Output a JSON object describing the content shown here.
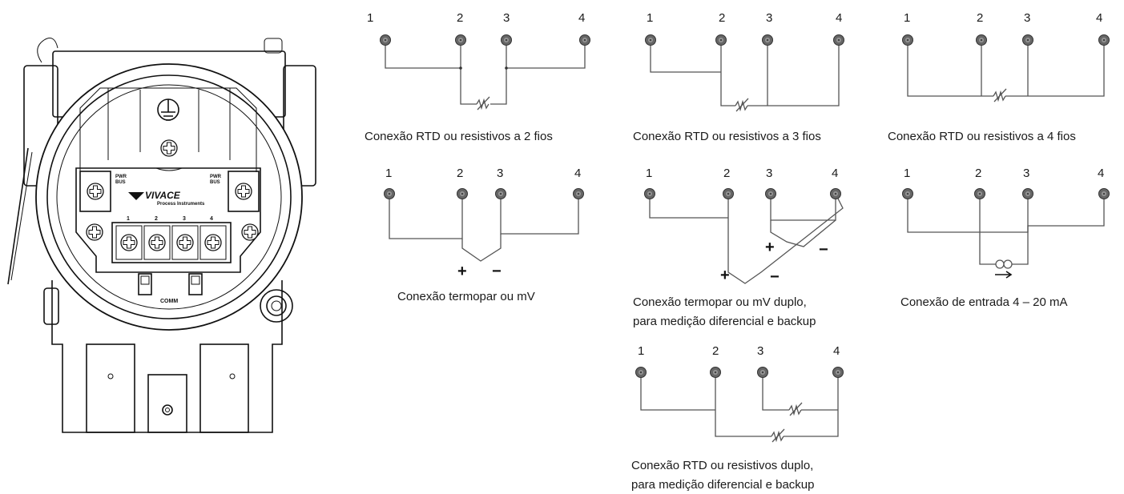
{
  "device": {
    "brand": "VIVACE",
    "brand_sub": "Process Instruments",
    "pwr_left": "PWR",
    "bus_left": "BUS",
    "pwr_right": "PWR",
    "bus_right": "BUS",
    "terminals": [
      "1",
      "2",
      "3",
      "4"
    ],
    "comm_label": "COMM"
  },
  "terminal_numbers": [
    "1",
    "2",
    "3",
    "4"
  ],
  "panels": [
    {
      "id": "rtd2",
      "caption": [
        "Conexão RTD ou resistivos a 2 fios"
      ]
    },
    {
      "id": "rtd3",
      "caption": [
        "Conexão RTD ou resistivos a 3 fios"
      ]
    },
    {
      "id": "rtd4",
      "caption": [
        "Conexão RTD ou resistivos a 4 fios"
      ]
    },
    {
      "id": "tc",
      "caption": [
        "Conexão termopar ou mV"
      ]
    },
    {
      "id": "tcdual",
      "caption": [
        "Conexão termopar ou mV duplo,",
        "para medição diferencial e backup"
      ]
    },
    {
      "id": "ma",
      "caption": [
        "Conexão de entrada 4 – 20 mA"
      ]
    },
    {
      "id": "rtddual",
      "caption": [
        "Conexão RTD ou resistivos duplo,",
        "para medição diferencial e backup"
      ]
    }
  ],
  "polarity": {
    "plus": "+",
    "minus": "−"
  },
  "colors": {
    "terminal_fill": "#555555",
    "wire": "#555555",
    "line": "#111111"
  }
}
